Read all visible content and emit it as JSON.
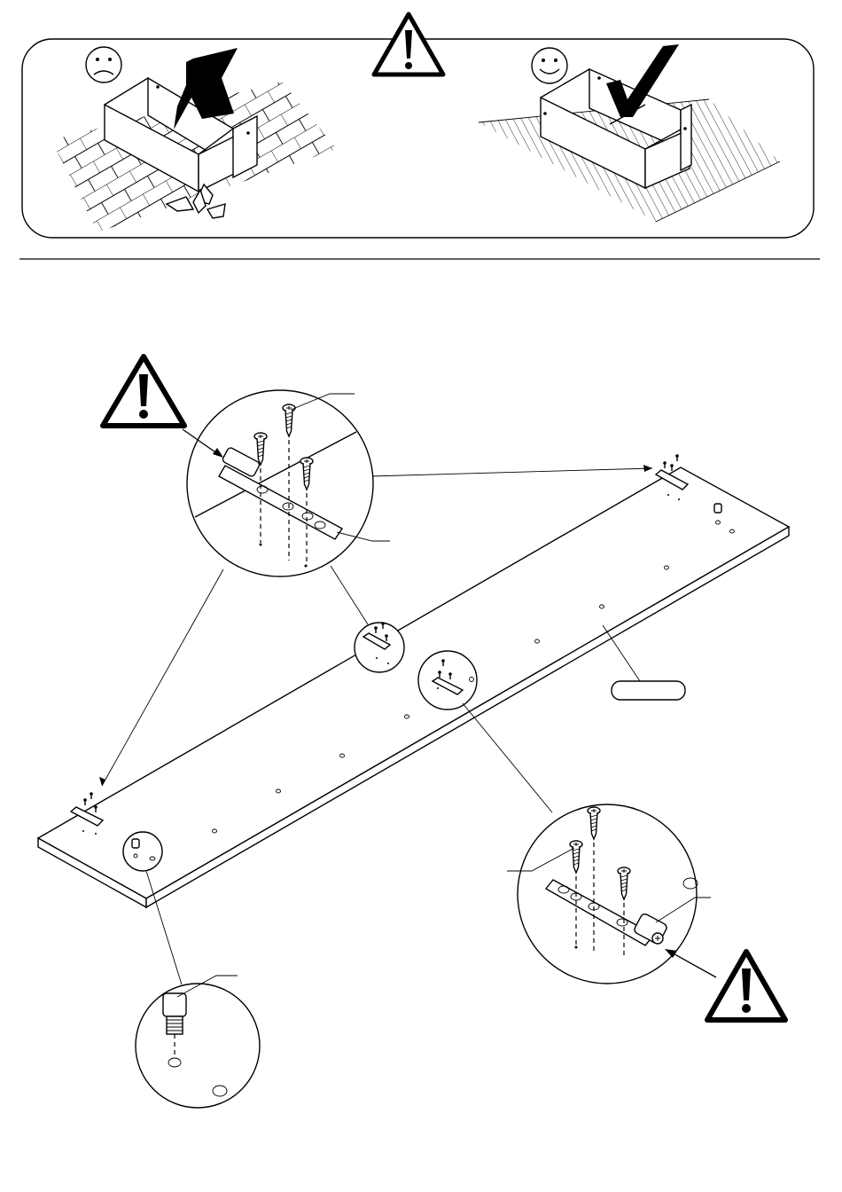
{
  "diagram": {
    "top_panel": {
      "wrong_side": {
        "mood": "sad-face-icon",
        "mark": "cross-icon",
        "surface": "stone-floor"
      },
      "right_side": {
        "mood": "happy-face-icon",
        "mark": "check-icon",
        "surface": "carpet"
      },
      "warning": "warning-icon"
    },
    "main": {
      "board": "long-board",
      "hinge_callouts": 2,
      "peg_callouts": 1,
      "part_label": ""
    }
  }
}
